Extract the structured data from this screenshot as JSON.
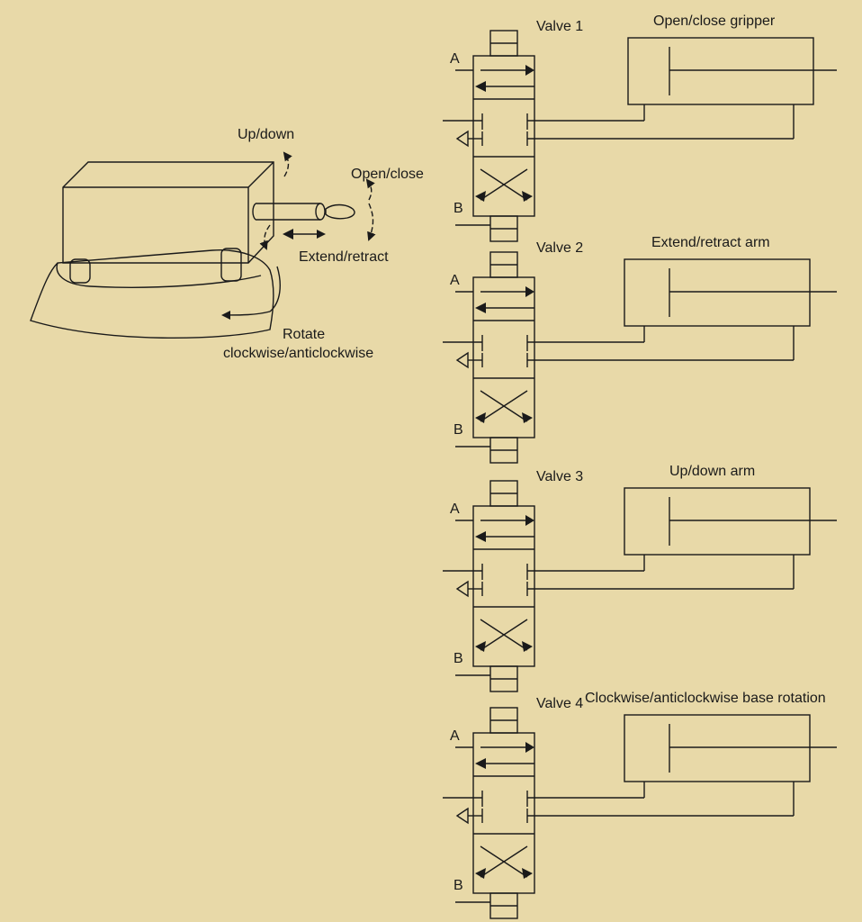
{
  "robot": {
    "labels": {
      "up_down": "Up/down",
      "open_close": "Open/close",
      "extend_retract": "Extend/retract",
      "rotate_line1": "Rotate",
      "rotate_line2": "clockwise/anticlockwise"
    }
  },
  "ports": {
    "a": "A",
    "b": "B"
  },
  "valves": [
    {
      "name": "Valve 1",
      "cylinder_label": "Open/close gripper"
    },
    {
      "name": "Valve 2",
      "cylinder_label": "Extend/retract arm"
    },
    {
      "name": "Valve 3",
      "cylinder_label": "Up/down arm"
    },
    {
      "name": "Valve 4",
      "cylinder_label": "Clockwise/anticlockwise base rotation"
    }
  ],
  "colors": {
    "background": "#e8d9a8",
    "ink": "#1a1a1a"
  }
}
